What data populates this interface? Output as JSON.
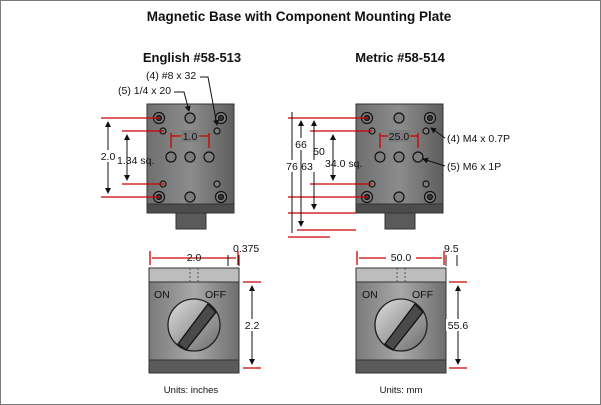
{
  "title": "Magnetic Base with Component Mounting Plate",
  "english": {
    "heading": "English #58-513",
    "callout_8x32": "(4) #8 x 32",
    "callout_quarter": "(5) 1/4 x 20",
    "dim_1_0": "1.0",
    "dim_2_0_height": "2.0",
    "dim_1_34": "1.34 sq.",
    "dim_2_0_width": "2.0",
    "dim_0_375": "0.375",
    "dim_2_2": "2.2",
    "switch_on": "ON",
    "switch_off": "OFF",
    "units": "Units: inches"
  },
  "metric": {
    "heading": "Metric #58-514",
    "callout_m4": "(4) M4 x 0.7P",
    "callout_m6": "(5) M6 x 1P",
    "dim_25": "25.0",
    "dim_76": "76",
    "dim_66": "66",
    "dim_63": "63",
    "dim_50": "50",
    "dim_34": "34.0 sq.",
    "dim_50_width": "50.0",
    "dim_9_5": "9.5",
    "dim_55_6": "55.6",
    "switch_on": "ON",
    "switch_off": "OFF",
    "units": "Units: mm"
  }
}
